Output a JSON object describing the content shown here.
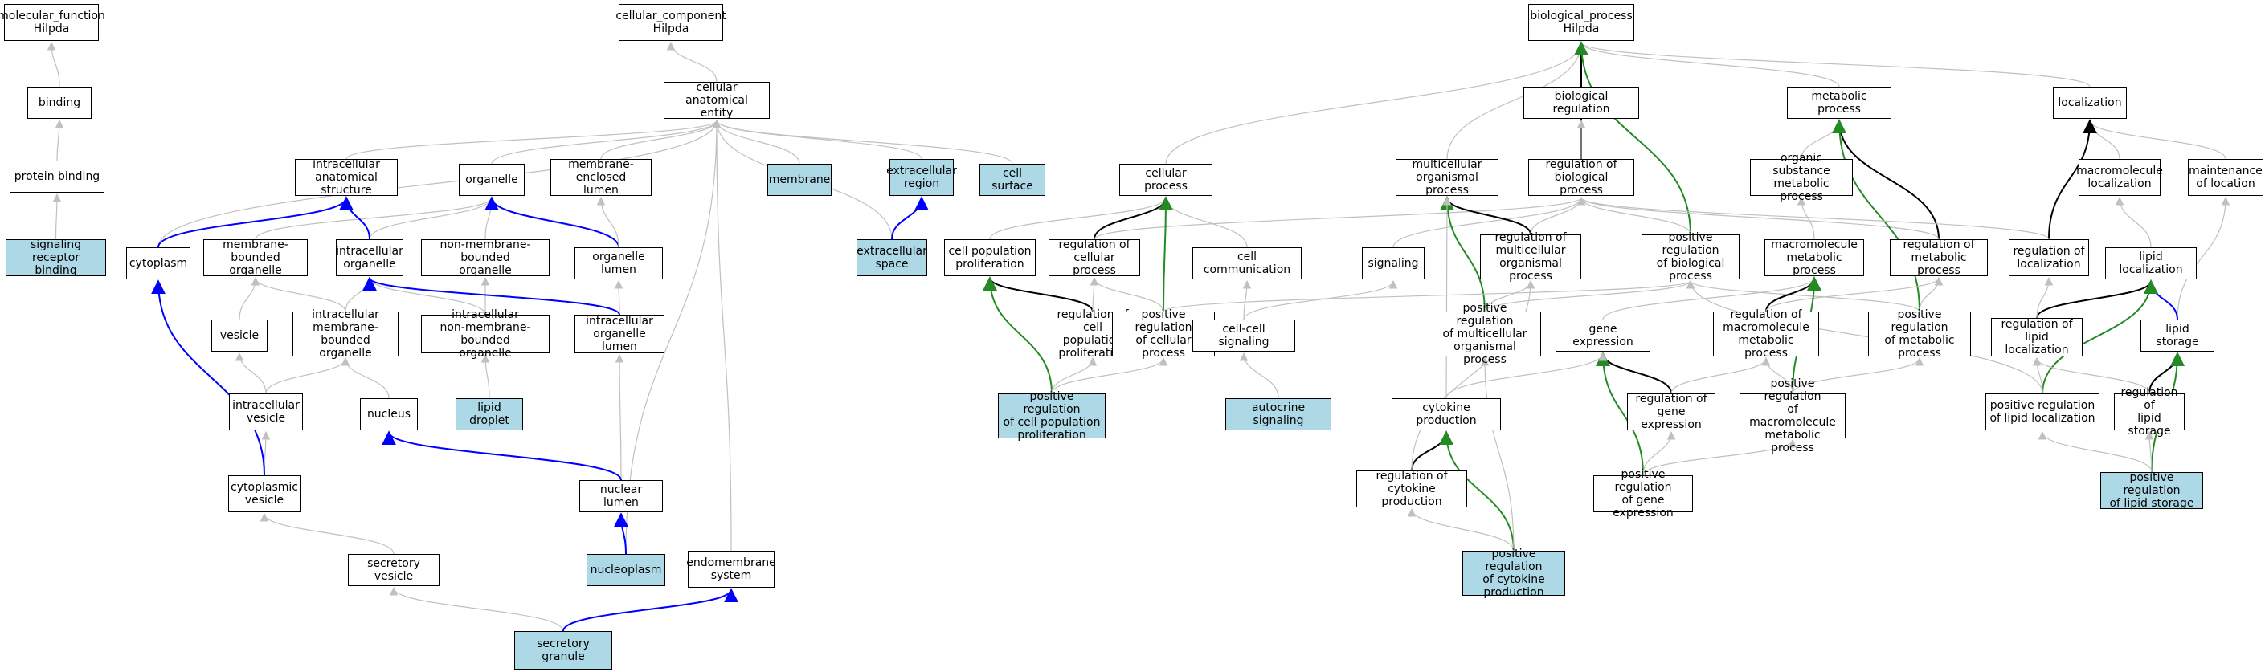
{
  "colors": {
    "is_a": "#c0c0c0",
    "regulates": "#000000",
    "positively_regulates": "#228b22",
    "part_of": "#0000ff",
    "highlight": "#add8e6"
  },
  "nodes": [
    {
      "id": "mf",
      "label": "molecular_function\nHilpda",
      "hl": false
    },
    {
      "id": "binding",
      "label": "binding",
      "hl": false
    },
    {
      "id": "protbind",
      "label": "protein binding",
      "hl": false
    },
    {
      "id": "srb",
      "label": "signaling receptor\nbinding",
      "hl": true
    },
    {
      "id": "cc",
      "label": "cellular_component\nHilpda",
      "hl": false
    },
    {
      "id": "cae",
      "label": "cellular anatomical\nentity",
      "hl": false
    },
    {
      "id": "ias",
      "label": "intracellular\nanatomical structure",
      "hl": false
    },
    {
      "id": "organelle",
      "label": "organelle",
      "hl": false
    },
    {
      "id": "mel",
      "label": "membrane-enclosed\nlumen",
      "hl": false
    },
    {
      "id": "membrane",
      "label": "membrane",
      "hl": true
    },
    {
      "id": "exr",
      "label": "extracellular\nregion",
      "hl": true
    },
    {
      "id": "cellsurf",
      "label": "cell surface",
      "hl": true
    },
    {
      "id": "cytoplasm",
      "label": "cytoplasm",
      "hl": false
    },
    {
      "id": "mbo",
      "label": "membrane-bounded\norganelle",
      "hl": false
    },
    {
      "id": "io",
      "label": "intracellular\norganelle",
      "hl": false
    },
    {
      "id": "nmbo",
      "label": "non-membrane-bounded\norganelle",
      "hl": false
    },
    {
      "id": "olumen",
      "label": "organelle lumen",
      "hl": false
    },
    {
      "id": "exs",
      "label": "extracellular\nspace",
      "hl": true
    },
    {
      "id": "vesicle",
      "label": "vesicle",
      "hl": false
    },
    {
      "id": "imbo",
      "label": "intracellular\nmembrane-bounded\norganelle",
      "hl": false
    },
    {
      "id": "inmbo",
      "label": "intracellular\nnon-membrane-bounded\norganelle",
      "hl": false
    },
    {
      "id": "iol",
      "label": "intracellular\norganelle lumen",
      "hl": false
    },
    {
      "id": "iv",
      "label": "intracellular\nvesicle",
      "hl": false
    },
    {
      "id": "nucleus",
      "label": "nucleus",
      "hl": false
    },
    {
      "id": "lipdrop",
      "label": "lipid droplet",
      "hl": true
    },
    {
      "id": "cytves",
      "label": "cytoplasmic\nvesicle",
      "hl": false
    },
    {
      "id": "nuclumen",
      "label": "nuclear lumen",
      "hl": false
    },
    {
      "id": "secves",
      "label": "secretory vesicle",
      "hl": false
    },
    {
      "id": "nucleoplasm",
      "label": "nucleoplasm",
      "hl": true
    },
    {
      "id": "endo",
      "label": "endomembrane\nsystem",
      "hl": false
    },
    {
      "id": "secgran",
      "label": "secretory granule",
      "hl": true
    },
    {
      "id": "bp",
      "label": "biological_process\nHilpda",
      "hl": false
    },
    {
      "id": "bioreg",
      "label": "biological regulation",
      "hl": false
    },
    {
      "id": "metproc",
      "label": "metabolic process",
      "hl": false
    },
    {
      "id": "localization",
      "label": "localization",
      "hl": false
    },
    {
      "id": "cellproc",
      "label": "cellular process",
      "hl": false
    },
    {
      "id": "mop",
      "label": "multicellular\norganismal process",
      "hl": false
    },
    {
      "id": "rbp",
      "label": "regulation of\nbiological process",
      "hl": false
    },
    {
      "id": "osmp",
      "label": "organic substance\nmetabolic process",
      "hl": false
    },
    {
      "id": "macroloc",
      "label": "macromolecule\nlocalization",
      "hl": false
    },
    {
      "id": "maintloc",
      "label": "maintenance\nof location",
      "hl": false
    },
    {
      "id": "cpp",
      "label": "cell population\nproliferation",
      "hl": false
    },
    {
      "id": "rcp",
      "label": "regulation of\ncellular process",
      "hl": false
    },
    {
      "id": "cellcomm",
      "label": "cell communication",
      "hl": false
    },
    {
      "id": "signaling",
      "label": "signaling",
      "hl": false
    },
    {
      "id": "rmop",
      "label": "regulation of\nmulticellular\norganismal process",
      "hl": false
    },
    {
      "id": "prbp",
      "label": "positive regulation\nof biological\nprocess",
      "hl": false
    },
    {
      "id": "mmp",
      "label": "macromolecule\nmetabolic process",
      "hl": false
    },
    {
      "id": "rmp",
      "label": "regulation of\nmetabolic process",
      "hl": false
    },
    {
      "id": "rloc",
      "label": "regulation of\nlocalization",
      "hl": false
    },
    {
      "id": "liploc",
      "label": "lipid localization",
      "hl": false
    },
    {
      "id": "rcpp",
      "label": "regulation of\ncell population\nproliferation",
      "hl": false
    },
    {
      "id": "prcp",
      "label": "positive regulation\nof cellular\nprocess",
      "hl": false
    },
    {
      "id": "ccs",
      "label": "cell-cell signaling",
      "hl": false
    },
    {
      "id": "prmop",
      "label": "positive regulation\nof multicellular\norganismal process",
      "hl": false
    },
    {
      "id": "geneexp",
      "label": "gene expression",
      "hl": false
    },
    {
      "id": "rmmp",
      "label": "regulation of\nmacromolecule\nmetabolic process",
      "hl": false
    },
    {
      "id": "prmp",
      "label": "positive regulation\nof metabolic\nprocess",
      "hl": false
    },
    {
      "id": "rll",
      "label": "regulation of\nlipid localization",
      "hl": false
    },
    {
      "id": "lipstor",
      "label": "lipid storage",
      "hl": false
    },
    {
      "id": "prcpp",
      "label": "positive regulation\nof cell population\nproliferation",
      "hl": true
    },
    {
      "id": "autosig",
      "label": "autocrine signaling",
      "hl": true
    },
    {
      "id": "cytprod",
      "label": "cytokine production",
      "hl": false
    },
    {
      "id": "rge",
      "label": "regulation of\ngene expression",
      "hl": false
    },
    {
      "id": "prmmp",
      "label": "positive regulation\nof macromolecule\nmetabolic process",
      "hl": false
    },
    {
      "id": "prll",
      "label": "positive regulation\nof lipid localization",
      "hl": false
    },
    {
      "id": "rls",
      "label": "regulation of\nlipid storage",
      "hl": false
    },
    {
      "id": "rcytprod",
      "label": "regulation of\ncytokine production",
      "hl": false
    },
    {
      "id": "prge",
      "label": "positive regulation\nof gene expression",
      "hl": false
    },
    {
      "id": "prls",
      "label": "positive regulation\nof lipid storage",
      "hl": true
    },
    {
      "id": "prcytprod",
      "label": "positive regulation\nof cytokine\nproduction",
      "hl": true
    }
  ],
  "edges": [
    [
      "binding",
      "mf",
      "is_a"
    ],
    [
      "protbind",
      "binding",
      "is_a"
    ],
    [
      "srb",
      "protbind",
      "is_a"
    ],
    [
      "cae",
      "cc",
      "is_a"
    ],
    [
      "ias",
      "cae",
      "is_a"
    ],
    [
      "organelle",
      "cae",
      "is_a"
    ],
    [
      "mel",
      "cae",
      "is_a"
    ],
    [
      "membrane",
      "cae",
      "is_a"
    ],
    [
      "exr",
      "cae",
      "is_a"
    ],
    [
      "cellsurf",
      "cae",
      "is_a"
    ],
    [
      "cytoplasm",
      "cae",
      "is_a"
    ],
    [
      "exs",
      "cae",
      "is_a"
    ],
    [
      "nucleoplasm",
      "cae",
      "is_a"
    ],
    [
      "endo",
      "cae",
      "is_a"
    ],
    [
      "cytoplasm",
      "ias",
      "part_of"
    ],
    [
      "mbo",
      "organelle",
      "is_a"
    ],
    [
      "io",
      "organelle",
      "is_a"
    ],
    [
      "nmbo",
      "organelle",
      "is_a"
    ],
    [
      "io",
      "ias",
      "part_of"
    ],
    [
      "olumen",
      "organelle",
      "part_of"
    ],
    [
      "olumen",
      "mel",
      "is_a"
    ],
    [
      "exs",
      "exr",
      "part_of"
    ],
    [
      "vesicle",
      "mbo",
      "is_a"
    ],
    [
      "imbo",
      "mbo",
      "is_a"
    ],
    [
      "imbo",
      "io",
      "is_a"
    ],
    [
      "inmbo",
      "io",
      "is_a"
    ],
    [
      "inmbo",
      "nmbo",
      "is_a"
    ],
    [
      "iol",
      "olumen",
      "is_a"
    ],
    [
      "iol",
      "io",
      "part_of"
    ],
    [
      "iv",
      "vesicle",
      "is_a"
    ],
    [
      "iv",
      "imbo",
      "is_a"
    ],
    [
      "nucleus",
      "imbo",
      "is_a"
    ],
    [
      "lipdrop",
      "inmbo",
      "is_a"
    ],
    [
      "cytves",
      "iv",
      "is_a"
    ],
    [
      "cytves",
      "cytoplasm",
      "part_of"
    ],
    [
      "nuclumen",
      "iol",
      "is_a"
    ],
    [
      "nuclumen",
      "nucleus",
      "part_of"
    ],
    [
      "secves",
      "cytves",
      "is_a"
    ],
    [
      "nucleoplasm",
      "nuclumen",
      "part_of"
    ],
    [
      "secgran",
      "secves",
      "is_a"
    ],
    [
      "secgran",
      "endo",
      "part_of"
    ],
    [
      "bioreg",
      "bp",
      "is_a"
    ],
    [
      "metproc",
      "bp",
      "is_a"
    ],
    [
      "localization",
      "bp",
      "is_a"
    ],
    [
      "cellproc",
      "bp",
      "is_a"
    ],
    [
      "mop",
      "bp",
      "is_a"
    ],
    [
      "rbp",
      "bp",
      "regulates"
    ],
    [
      "rbp",
      "bioreg",
      "is_a"
    ],
    [
      "prbp",
      "bp",
      "positively_regulates"
    ],
    [
      "prbp",
      "rbp",
      "is_a"
    ],
    [
      "osmp",
      "metproc",
      "is_a"
    ],
    [
      "macroloc",
      "localization",
      "is_a"
    ],
    [
      "maintloc",
      "localization",
      "is_a"
    ],
    [
      "cpp",
      "cellproc",
      "is_a"
    ],
    [
      "rcp",
      "cellproc",
      "regulates"
    ],
    [
      "rcp",
      "rbp",
      "is_a"
    ],
    [
      "cellcomm",
      "cellproc",
      "is_a"
    ],
    [
      "signaling",
      "rbp",
      "is_a"
    ],
    [
      "rmop",
      "mop",
      "regulates"
    ],
    [
      "rmop",
      "rbp",
      "is_a"
    ],
    [
      "prmop",
      "mop",
      "positively_regulates"
    ],
    [
      "prmop",
      "rmop",
      "is_a"
    ],
    [
      "prmop",
      "prbp",
      "is_a"
    ],
    [
      "mmp",
      "osmp",
      "is_a"
    ],
    [
      "rmp",
      "metproc",
      "regulates"
    ],
    [
      "rmp",
      "rbp",
      "is_a"
    ],
    [
      "prmp",
      "metproc",
      "positively_regulates"
    ],
    [
      "prmp",
      "rmp",
      "is_a"
    ],
    [
      "prmp",
      "prbp",
      "is_a"
    ],
    [
      "rloc",
      "localization",
      "regulates"
    ],
    [
      "rloc",
      "rbp",
      "is_a"
    ],
    [
      "liploc",
      "macroloc",
      "is_a"
    ],
    [
      "lipstor",
      "maintloc",
      "is_a"
    ],
    [
      "lipstor",
      "liploc",
      "part_of"
    ],
    [
      "rcpp",
      "cpp",
      "regulates"
    ],
    [
      "rcpp",
      "rcp",
      "is_a"
    ],
    [
      "prcp",
      "cellproc",
      "positively_regulates"
    ],
    [
      "prcp",
      "rcp",
      "is_a"
    ],
    [
      "prcp",
      "prbp",
      "is_a"
    ],
    [
      "ccs",
      "cellcomm",
      "is_a"
    ],
    [
      "ccs",
      "signaling",
      "is_a"
    ],
    [
      "prcpp",
      "cpp",
      "positively_regulates"
    ],
    [
      "prcpp",
      "rcpp",
      "is_a"
    ],
    [
      "prcpp",
      "prcp",
      "is_a"
    ],
    [
      "autosig",
      "ccs",
      "is_a"
    ],
    [
      "geneexp",
      "mmp",
      "is_a"
    ],
    [
      "rmmp",
      "mmp",
      "regulates"
    ],
    [
      "rmmp",
      "rmp",
      "is_a"
    ],
    [
      "prmmp",
      "mmp",
      "positively_regulates"
    ],
    [
      "prmmp",
      "rmmp",
      "is_a"
    ],
    [
      "prmmp",
      "prmp",
      "is_a"
    ],
    [
      "rge",
      "geneexp",
      "regulates"
    ],
    [
      "rge",
      "rmmp",
      "is_a"
    ],
    [
      "prge",
      "geneexp",
      "positively_regulates"
    ],
    [
      "prge",
      "rge",
      "is_a"
    ],
    [
      "prge",
      "prmmp",
      "is_a"
    ],
    [
      "cytprod",
      "geneexp",
      "is_a"
    ],
    [
      "cytprod",
      "mop",
      "is_a"
    ],
    [
      "rcytprod",
      "cytprod",
      "regulates"
    ],
    [
      "rcytprod",
      "rmop",
      "is_a"
    ],
    [
      "prcytprod",
      "cytprod",
      "positively_regulates"
    ],
    [
      "prcytprod",
      "rcytprod",
      "is_a"
    ],
    [
      "prcytprod",
      "prmop",
      "is_a"
    ],
    [
      "rll",
      "liploc",
      "regulates"
    ],
    [
      "rll",
      "rloc",
      "is_a"
    ],
    [
      "prll",
      "liploc",
      "positively_regulates"
    ],
    [
      "prll",
      "rll",
      "is_a"
    ],
    [
      "prll",
      "prbp",
      "is_a"
    ],
    [
      "rls",
      "lipstor",
      "regulates"
    ],
    [
      "rls",
      "rll",
      "is_a"
    ],
    [
      "prls",
      "lipstor",
      "positively_regulates"
    ],
    [
      "prls",
      "rls",
      "is_a"
    ],
    [
      "prls",
      "prll",
      "is_a"
    ]
  ]
}
